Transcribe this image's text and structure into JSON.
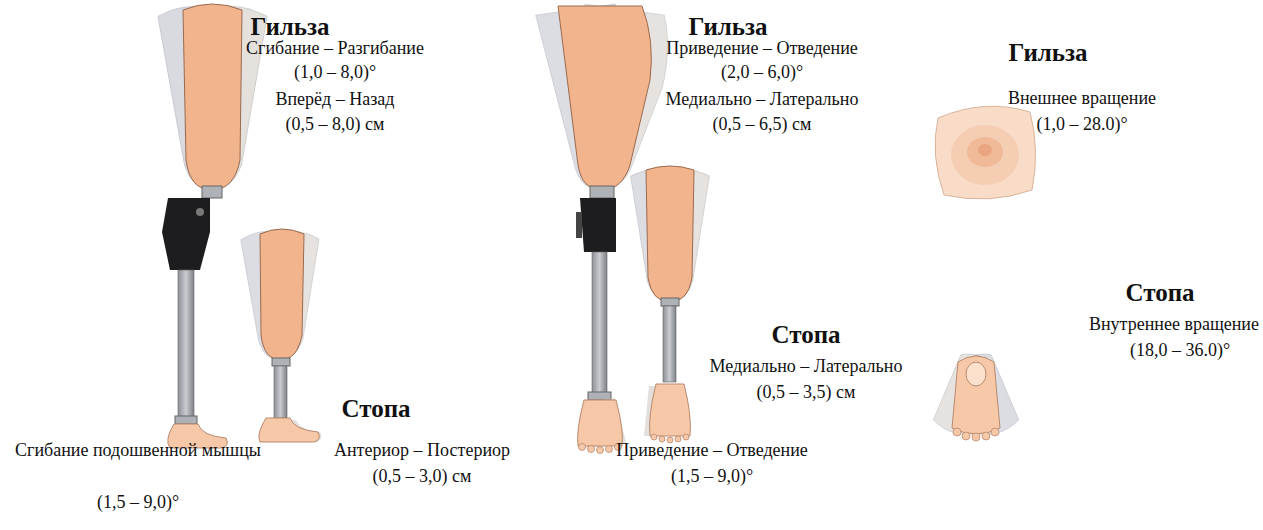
{
  "diagram": {
    "labels": [
      "Гильза",
      "Сгибание – Разгибание",
      "(1,0 – 8,0)°",
      "Вперёд – Назад",
      "(0,5 – 8,0) см",
      "Гильза",
      "Приведение – Отведение",
      "(2,0 – 6,0)°",
      "Медиально – Латерально",
      "(0,5 – 6,5) см",
      "Гильза",
      "Внешнее вращение",
      "(1,0 – 28.0)°",
      "Стопа",
      "Медиально – Латерально",
      "(0,5 – 3,5) см",
      "Стопа",
      "Внутреннее вращение",
      "(18,0 – 36.0)°",
      "Стопа",
      "Сгибание подошвенной мышцы",
      "(1,5 – 9,0)°",
      "Антериор – Постериор",
      "(0,5 – 3,0) см",
      "Приведение – Отведение",
      "(1,5 – 9,0)°"
    ]
  }
}
